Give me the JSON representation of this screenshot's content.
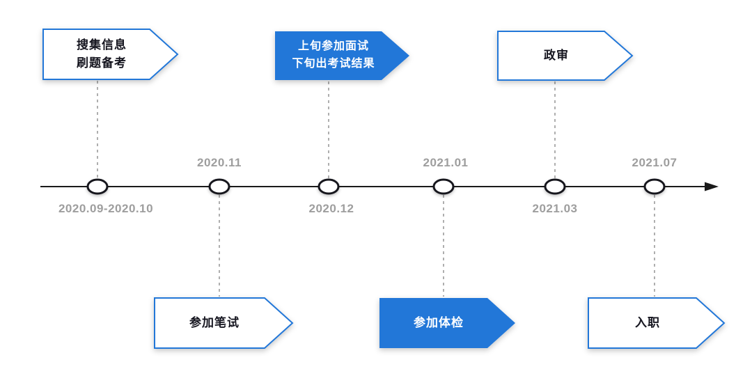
{
  "colors": {
    "accent_blue": "#2277d8",
    "axis_black": "#1a1a1a",
    "date_gray": "#9e9e9e",
    "banner_text_dark": "#15151f",
    "banner_text_light": "#ffffff"
  },
  "timeline": {
    "milestones": [
      {
        "date": "2020.09-2020.10",
        "label_position": "below"
      },
      {
        "date": "2020.11",
        "label_position": "above"
      },
      {
        "date": "2020.12",
        "label_position": "below"
      },
      {
        "date": "2021.01",
        "label_position": "above"
      },
      {
        "date": "2021.03",
        "label_position": "below"
      },
      {
        "date": "2021.07",
        "label_position": "above"
      }
    ]
  },
  "banners": [
    {
      "label": "搜集信息\n刷题备考",
      "style": "outline",
      "row": "top",
      "milestone": "2020.09-2020.10"
    },
    {
      "label": "上旬参加面试\n下旬出考试结果",
      "style": "filled",
      "row": "top",
      "milestone": "2020.12"
    },
    {
      "label": "政审",
      "style": "outline",
      "row": "top",
      "milestone": "2021.03"
    },
    {
      "label": "参加笔试",
      "style": "outline",
      "row": "bottom",
      "milestone": "2020.11"
    },
    {
      "label": "参加体检",
      "style": "filled",
      "row": "bottom",
      "milestone": "2021.01"
    },
    {
      "label": "入职",
      "style": "outline",
      "row": "bottom",
      "milestone": "2021.07"
    }
  ]
}
